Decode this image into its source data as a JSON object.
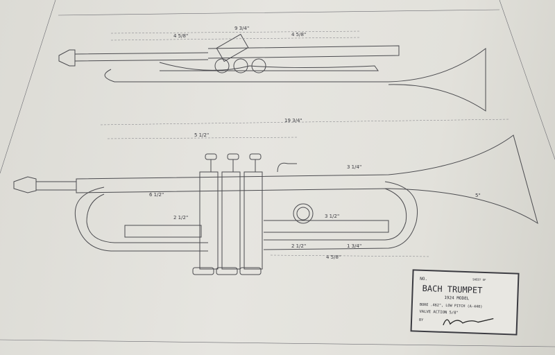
{
  "title_block": {
    "no_label": "NO.",
    "sheet_label": "SHEET OF",
    "title": "BACH TRUMPET",
    "model": "1924 MODEL",
    "bore": "BORE .462\", LOW PITCH (A-440)",
    "valve_action": "VALVE ACTION 5/8\"",
    "by_label": "BY",
    "signature": "Vincent Bach"
  },
  "dimensions": {
    "top_overall": "9 3/4\"",
    "top_left": "4 5/8\"",
    "top_right": "4 5/8\"",
    "overall_length": "19 3/4\"",
    "valve_span": "5 1/2\"",
    "lead_pipe": "6 1/2\"",
    "slide_a": "3 1/4\"",
    "slide_b": "3 1/2\"",
    "tuning_slide": "2 1/2\"",
    "bottom_a": "2 1/2\"",
    "bottom_b": "1 3/4\"",
    "bottom_c": "4 5/8\"",
    "bell": "5\""
  }
}
